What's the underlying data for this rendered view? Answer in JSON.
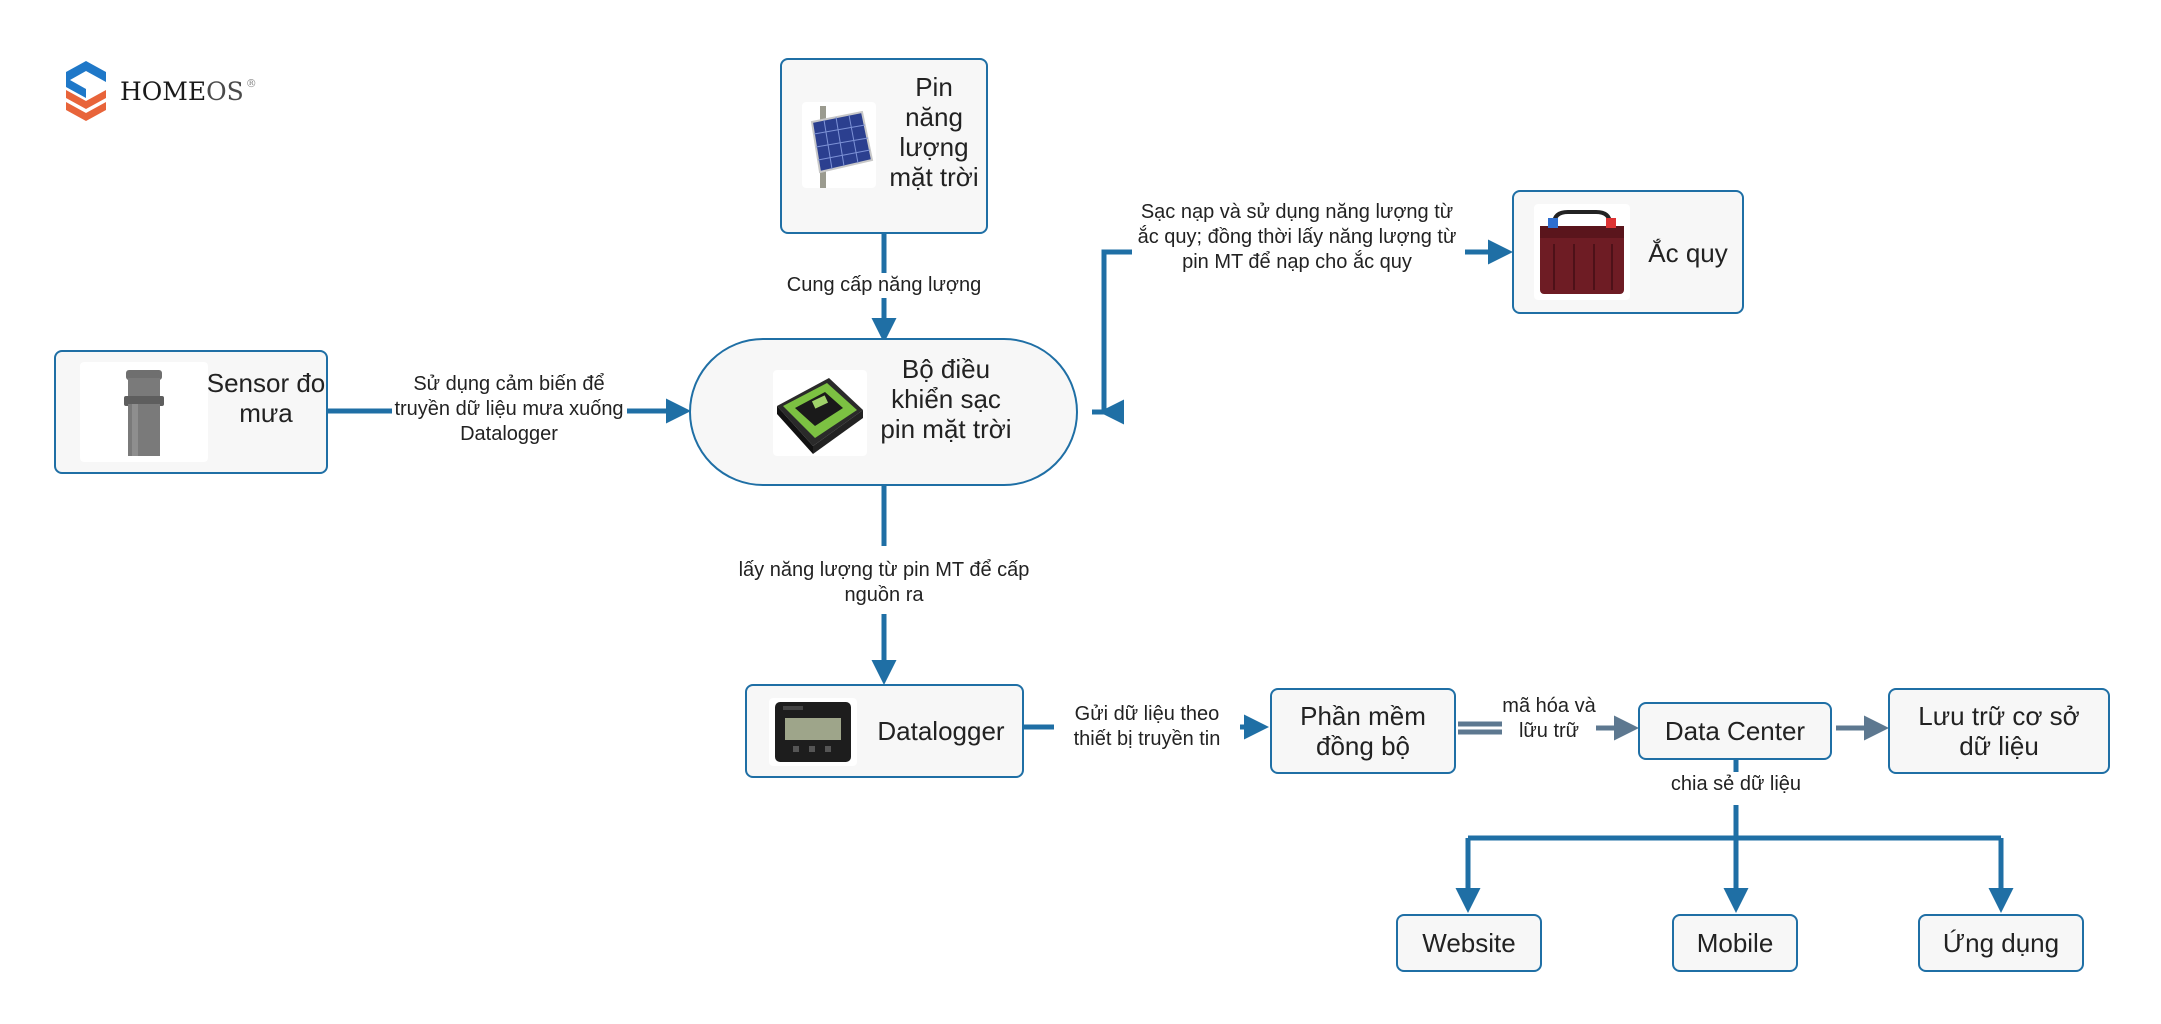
{
  "brand": {
    "name_main": "HOME",
    "name_accent": "OS",
    "mark": "®"
  },
  "nodes": {
    "solar_panel": {
      "label": "Pin năng lượng mặt trời",
      "icon": "solar-panel-icon"
    },
    "controller": {
      "label": "Bộ điều khiển sạc pin mặt trời",
      "icon": "charge-controller-icon"
    },
    "battery": {
      "label": "Ắc quy",
      "icon": "battery-icon"
    },
    "rain_sensor": {
      "label": "Sensor đo mưa",
      "icon": "rain-sensor-icon"
    },
    "datalogger": {
      "label": "Datalogger",
      "icon": "datalogger-icon"
    },
    "sync_software": {
      "label": "Phần mềm đồng bộ"
    },
    "data_center": {
      "label": "Data Center"
    },
    "db_storage": {
      "label": "Lưu trữ cơ sở dữ liệu"
    },
    "website": {
      "label": "Website"
    },
    "mobile": {
      "label": "Mobile"
    },
    "app": {
      "label": "Ứng dụng"
    }
  },
  "edges": {
    "supply_energy": "Cung cấp năng lượng",
    "battery_charge": "Sạc nạp và sử dụng năng lượng từ ắc quy; đồng thời lấy năng lượng từ pin MT để nạp cho ắc quy",
    "sensor_data": "Sử dụng cảm biến để truyền dữ liệu mưa xuống Datalogger",
    "power_out": "lấy năng lượng từ pin MT để cấp nguồn ra",
    "send_data": "Gửi dữ liệu theo thiết bị truyền tin",
    "encrypt_store": "mã hóa và lữu trữ",
    "share_data": "chia sẻ dữ liệu"
  },
  "colors": {
    "accent": "#1f6fa5",
    "arrow_gray": "#5d7890",
    "box_fill": "#f7f7f7",
    "logo_blue": "#1f78c8",
    "logo_orange": "#e8643a"
  }
}
